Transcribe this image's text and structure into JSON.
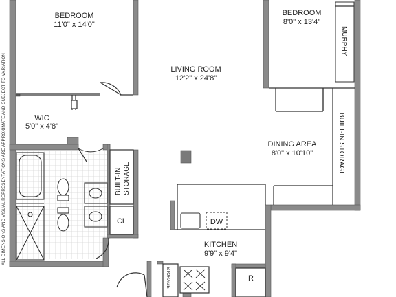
{
  "rooms": {
    "bedroom1": {
      "name": "BEDROOM",
      "dims": "11'0\" x 14'0\""
    },
    "bedroom2": {
      "name": "BEDROOM",
      "dims": "8'0\" x 13'4\""
    },
    "living": {
      "name": "LIVING ROOM",
      "dims": "12'2\" x 24'8\""
    },
    "wic": {
      "name": "WIC",
      "dims": "5'0\" x 4'8\""
    },
    "dining": {
      "name": "DINING AREA",
      "dims": "8'0\" x 10'10\""
    },
    "kitchen": {
      "name": "KITCHEN",
      "dims": "9'9\" x 9'4\""
    }
  },
  "labels": {
    "murphy": "MURPHY",
    "builtin_storage_right": "BUILT-IN STORAGE",
    "builtin_storage_left_1": "BUILT-IN",
    "builtin_storage_left_2": "STORAGE",
    "closet": "CL",
    "dishwasher": "DW",
    "refrigerator": "R",
    "storage": "STORAGE"
  },
  "disclaimer": "ALL DIMENSIONS AND VISUAL REPRESENTATIONS ARE APPROXIMATE AND SUBJECT TO VARIATION",
  "colors": {
    "wall": "#8a8a8a",
    "wall_edge": "#555555",
    "line": "#333333"
  }
}
